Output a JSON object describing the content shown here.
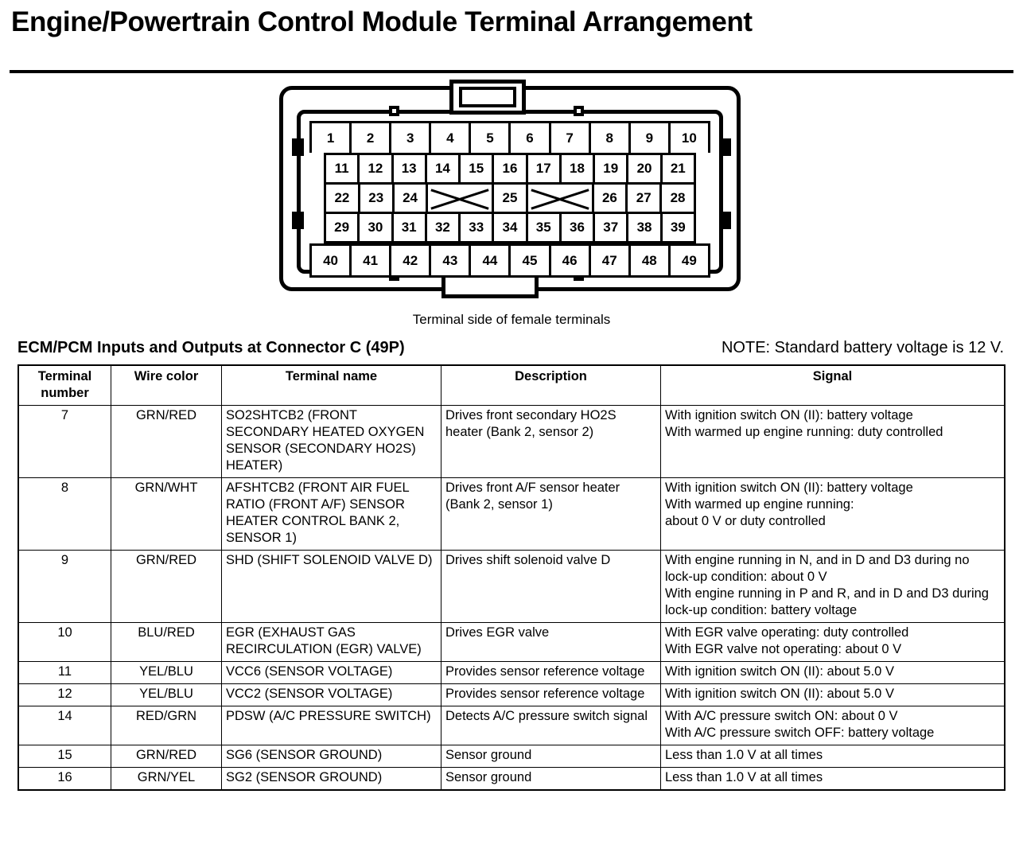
{
  "page_title": "Engine/Powertrain Control Module Terminal Arrangement",
  "connector": {
    "caption": "Terminal side of female terminals",
    "rows": [
      {
        "cells": [
          "1",
          "2",
          "3",
          "4",
          "5",
          "6",
          "7",
          "8",
          "9",
          "10"
        ]
      },
      {
        "cells": [
          "11",
          "12",
          "13",
          "14",
          "15",
          "16",
          "17",
          "18",
          "19",
          "20",
          "21"
        ]
      },
      {
        "cells": [
          "22",
          "23",
          "24",
          "",
          "25",
          "",
          "26",
          "27",
          "28"
        ]
      },
      {
        "cells": [
          "29",
          "30",
          "31",
          "32",
          "33",
          "34",
          "35",
          "36",
          "37",
          "38",
          "39"
        ]
      },
      {
        "cells": [
          "40",
          "41",
          "42",
          "43",
          "44",
          "45",
          "46",
          "47",
          "48",
          "49"
        ]
      }
    ]
  },
  "section": {
    "title": "ECM/PCM Inputs and Outputs at Connector C (49P)",
    "note": "NOTE: Standard battery voltage is 12 V."
  },
  "table": {
    "headers": [
      "Terminal\nnumber",
      "Wire color",
      "Terminal name",
      "Description",
      "Signal"
    ],
    "rows": [
      {
        "terminal": "7",
        "wire_color": "GRN/RED",
        "terminal_name": "SO2SHTCB2 (FRONT SECONDARY HEATED OXYGEN SENSOR (SECONDARY HO2S) HEATER)",
        "description": "Drives front secondary HO2S heater (Bank 2, sensor 2)",
        "signal": "With ignition switch ON (II): battery voltage\nWith warmed up engine running: duty controlled"
      },
      {
        "terminal": "8",
        "wire_color": "GRN/WHT",
        "terminal_name": "AFSHTCB2 (FRONT AIR FUEL RATIO (FRONT A/F) SENSOR HEATER CONTROL BANK 2, SENSOR 1)",
        "description": "Drives front A/F sensor heater (Bank 2, sensor 1)",
        "signal": "With ignition switch ON (II): battery voltage\nWith warmed up engine running:\nabout 0 V or duty controlled"
      },
      {
        "terminal": "9",
        "wire_color": "GRN/RED",
        "terminal_name": "SHD (SHIFT SOLENOID VALVE D)",
        "description": "Drives shift solenoid valve D",
        "signal": "With engine running in N, and in D and D3 during no lock-up condition: about 0 V\nWith engine running in P and R, and in D and D3 during lock-up condition: battery voltage"
      },
      {
        "terminal": "10",
        "wire_color": "BLU/RED",
        "terminal_name": "EGR (EXHAUST GAS RECIRCULATION (EGR) VALVE)",
        "description": "Drives EGR valve",
        "signal": "With EGR valve operating: duty controlled\nWith EGR valve not operating: about 0 V"
      },
      {
        "terminal": "11",
        "wire_color": "YEL/BLU",
        "terminal_name": "VCC6 (SENSOR VOLTAGE)",
        "description": "Provides sensor reference voltage",
        "signal": "With ignition switch ON (II): about 5.0 V"
      },
      {
        "terminal": "12",
        "wire_color": "YEL/BLU",
        "terminal_name": "VCC2 (SENSOR VOLTAGE)",
        "description": "Provides sensor reference voltage",
        "signal": "With ignition switch ON (II): about 5.0 V"
      },
      {
        "terminal": "14",
        "wire_color": "RED/GRN",
        "terminal_name": "PDSW (A/C PRESSURE SWITCH)",
        "description": "Detects A/C pressure switch signal",
        "signal": "With A/C pressure switch ON: about 0 V\nWith A/C pressure switch OFF: battery voltage"
      },
      {
        "terminal": "15",
        "wire_color": "GRN/RED",
        "terminal_name": "SG6 (SENSOR GROUND)",
        "description": "Sensor ground",
        "signal": "Less than 1.0 V at all times"
      },
      {
        "terminal": "16",
        "wire_color": "GRN/YEL",
        "terminal_name": "SG2 (SENSOR GROUND)",
        "description": "Sensor ground",
        "signal": "Less than 1.0 V at all times"
      }
    ]
  }
}
